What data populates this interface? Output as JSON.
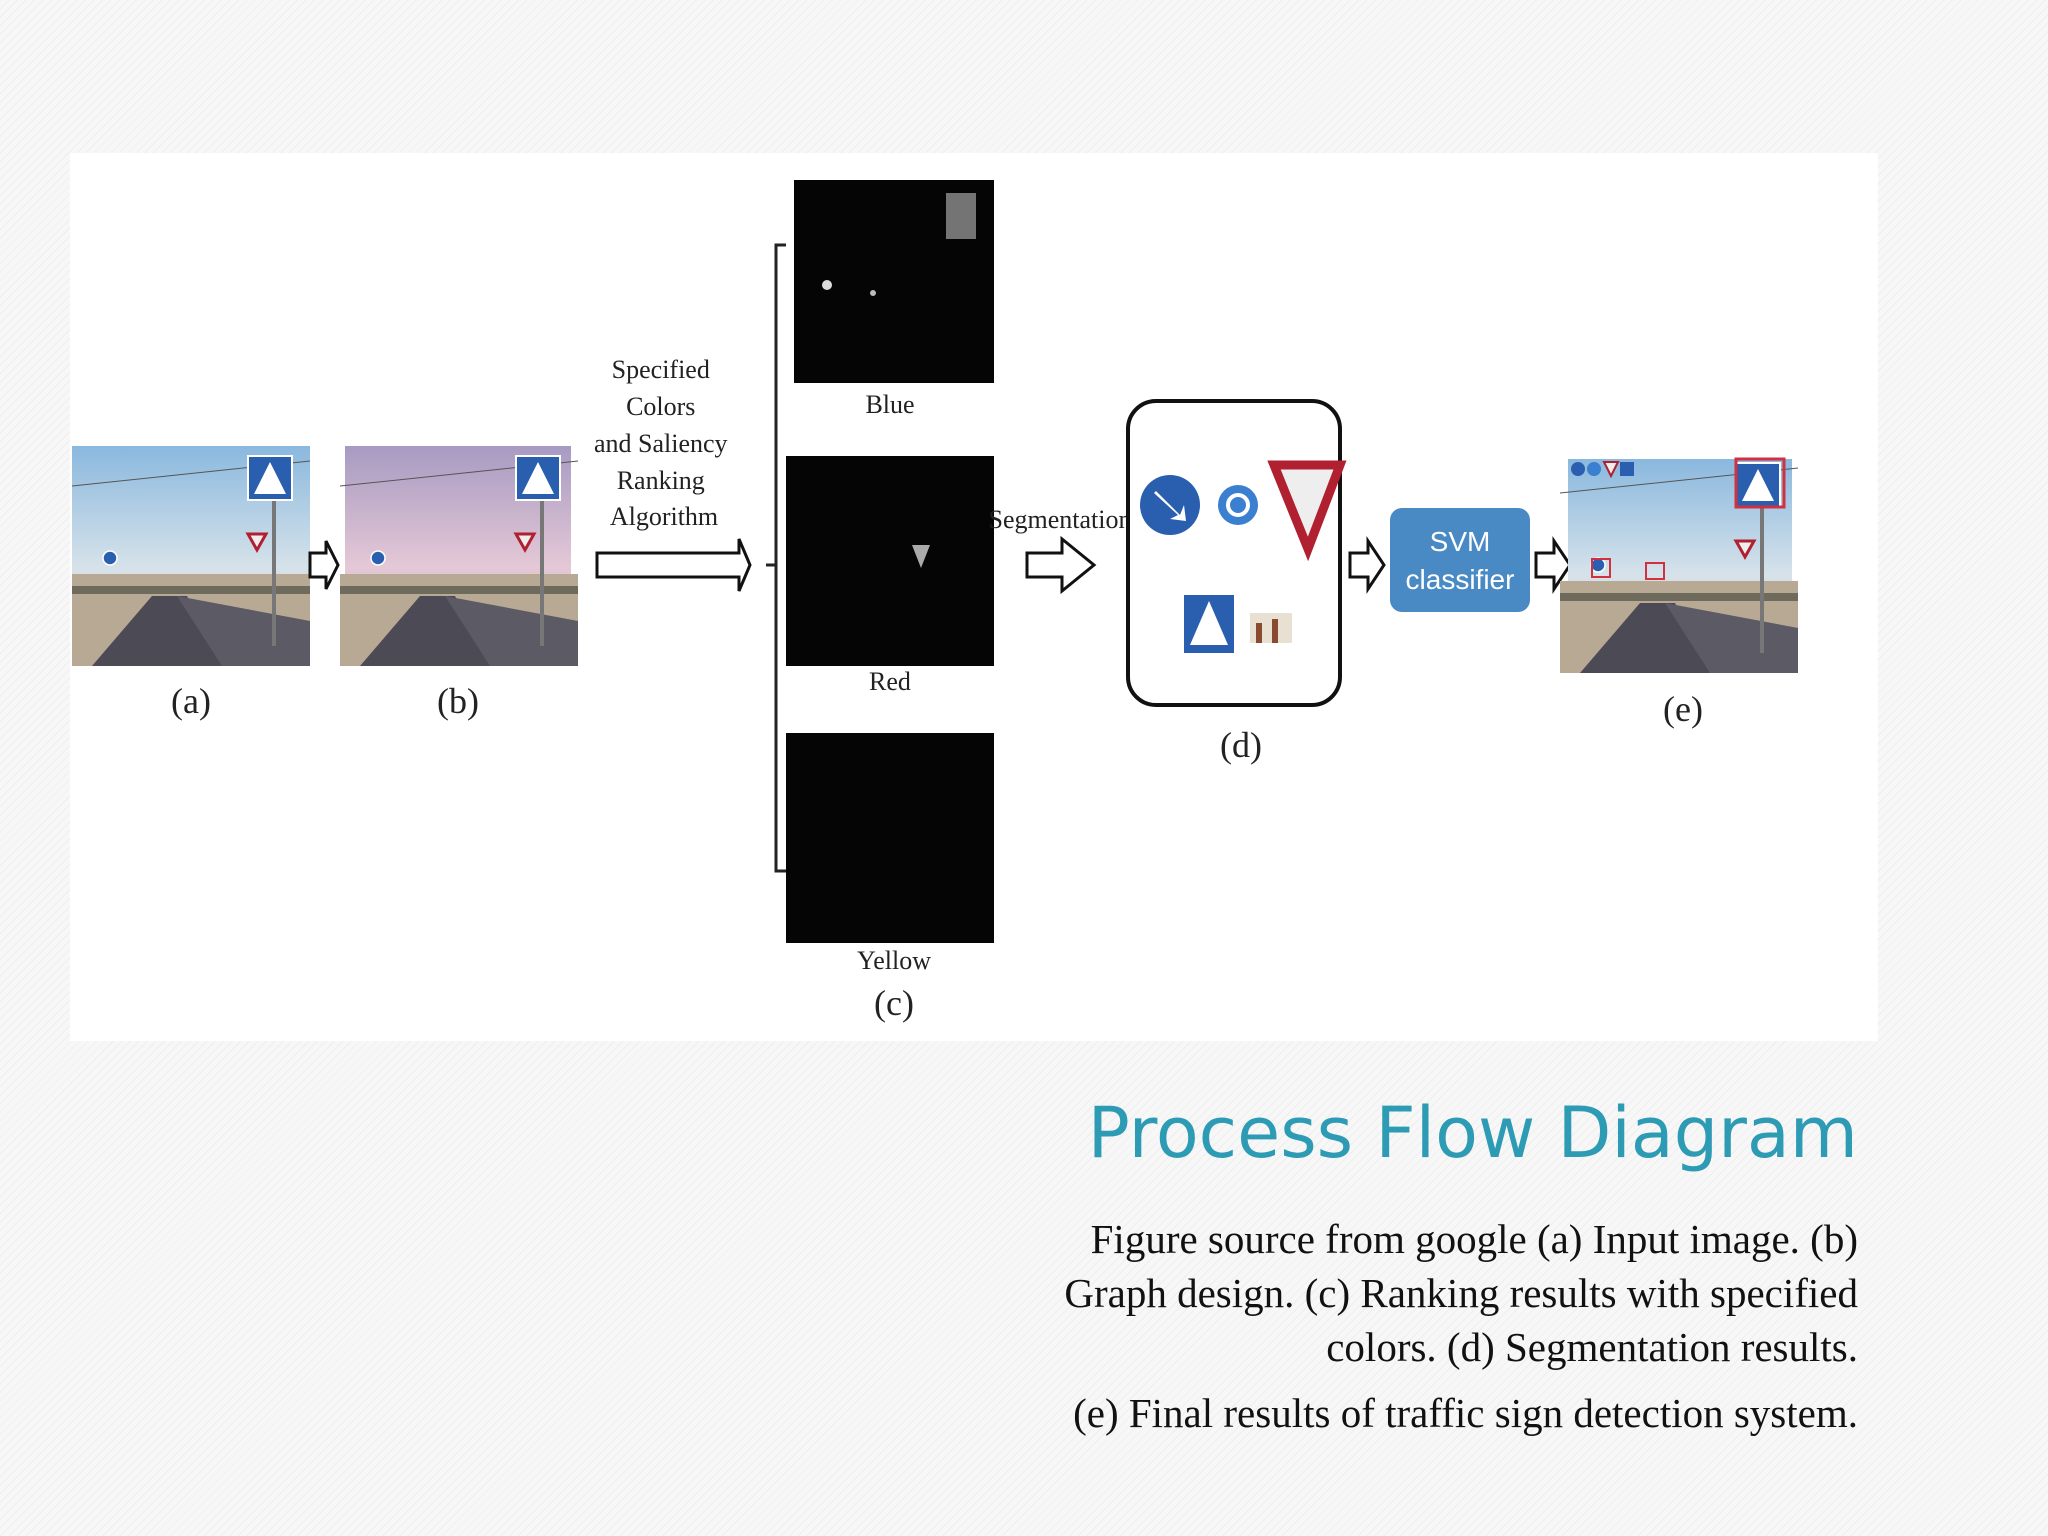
{
  "title": "Process Flow Diagram",
  "caption": {
    "line1": "Figure source from google (a) Input image. (b) Graph design. (c) Ranking results with specified colors. (d) Segmentation results.",
    "line2": "(e) Final results of traffic sign detection system."
  },
  "diagram": {
    "label_a": "(a)",
    "label_b": "(b)",
    "label_c": "(c)",
    "label_d": "(d)",
    "label_e": "(e)",
    "algorithm_lines": [
      "Specified",
      "Colors",
      "and Saliency",
      "Ranking",
      "Algorithm"
    ],
    "map_blue": "Blue",
    "map_red": "Red",
    "map_yellow": "Yellow",
    "segmentation": "Segmentation",
    "svm_line1": "SVM",
    "svm_line2": "classifier"
  },
  "colors": {
    "title": "#2e9bb5",
    "svm_box": "#4a8ac4",
    "sign_blue": "#2a5fb0",
    "sign_red": "#b02030"
  }
}
